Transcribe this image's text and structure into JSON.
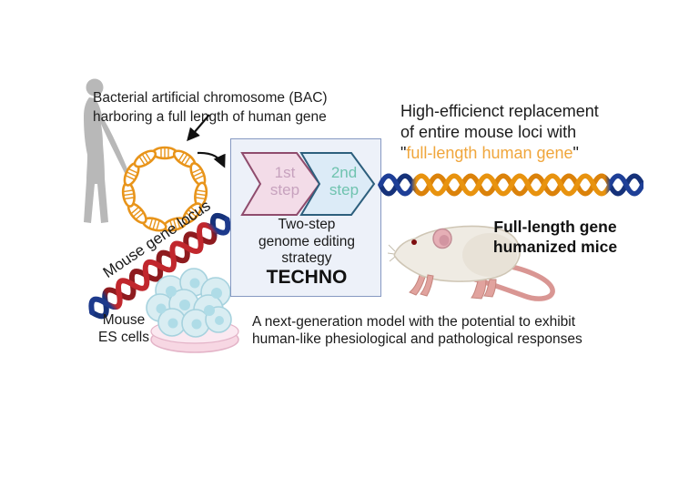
{
  "figure": {
    "bac_caption": "Bacterial artificial chromosome (BAC)\nharboring a full length of human gene",
    "mouse_gene_locus_label": "Mouse gene locus",
    "es_cells_label": "Mouse\nES cells",
    "box": {
      "step1_label": "1st\nstep",
      "step2_label": "2nd\nstep",
      "caption": "Two-step\ngenome editing\nstrategy",
      "method_name": "TECHNO"
    },
    "headline": {
      "line1": "High-efficienct replacement",
      "line2": "of entire mouse loci with",
      "quote_open": "\"",
      "highlight": "full-length human gene",
      "quote_close": "\""
    },
    "mice_label": "Full-length gene\nhumanized mice",
    "note": "A next-generation model with the potential to exhibit\nhuman-like phesiological and pathological responses"
  },
  "icons": {
    "human_silhouette": "standing-person",
    "bac_plasmid": "circular-dna-ring",
    "mouse_dna": "diagonal-red-blue-double-helix",
    "human_dna": "horizontal-orange-blue-double-helix",
    "es_cells": "stem-cell-cluster-on-petri-dish",
    "mouse": "laboratory-mouse",
    "pointer_arrow": "straight-arrow",
    "flow_arrow": "curved-arrow"
  },
  "colors": {
    "highlight_orange": "#F0A63C",
    "dna_orange": "#E8930F",
    "dna_blue": "#1E3F97",
    "dna_red": "#C1272D",
    "dna_dark_red": "#8E1B1F",
    "step1_fill": "#F3DCE8",
    "step1_border": "#8F4C6D",
    "step1_text": "#C7A2BE",
    "step2_fill": "#DCEBF7",
    "step2_border": "#2D5F7D",
    "step2_text": "#6FC3AF",
    "box_bg": "#EDF1F9",
    "box_border": "#8699C2",
    "silhouette_gray": "#B8B8B8",
    "cells_blue": "#D9EDF2",
    "dish_pink": "#F7D7E3"
  }
}
